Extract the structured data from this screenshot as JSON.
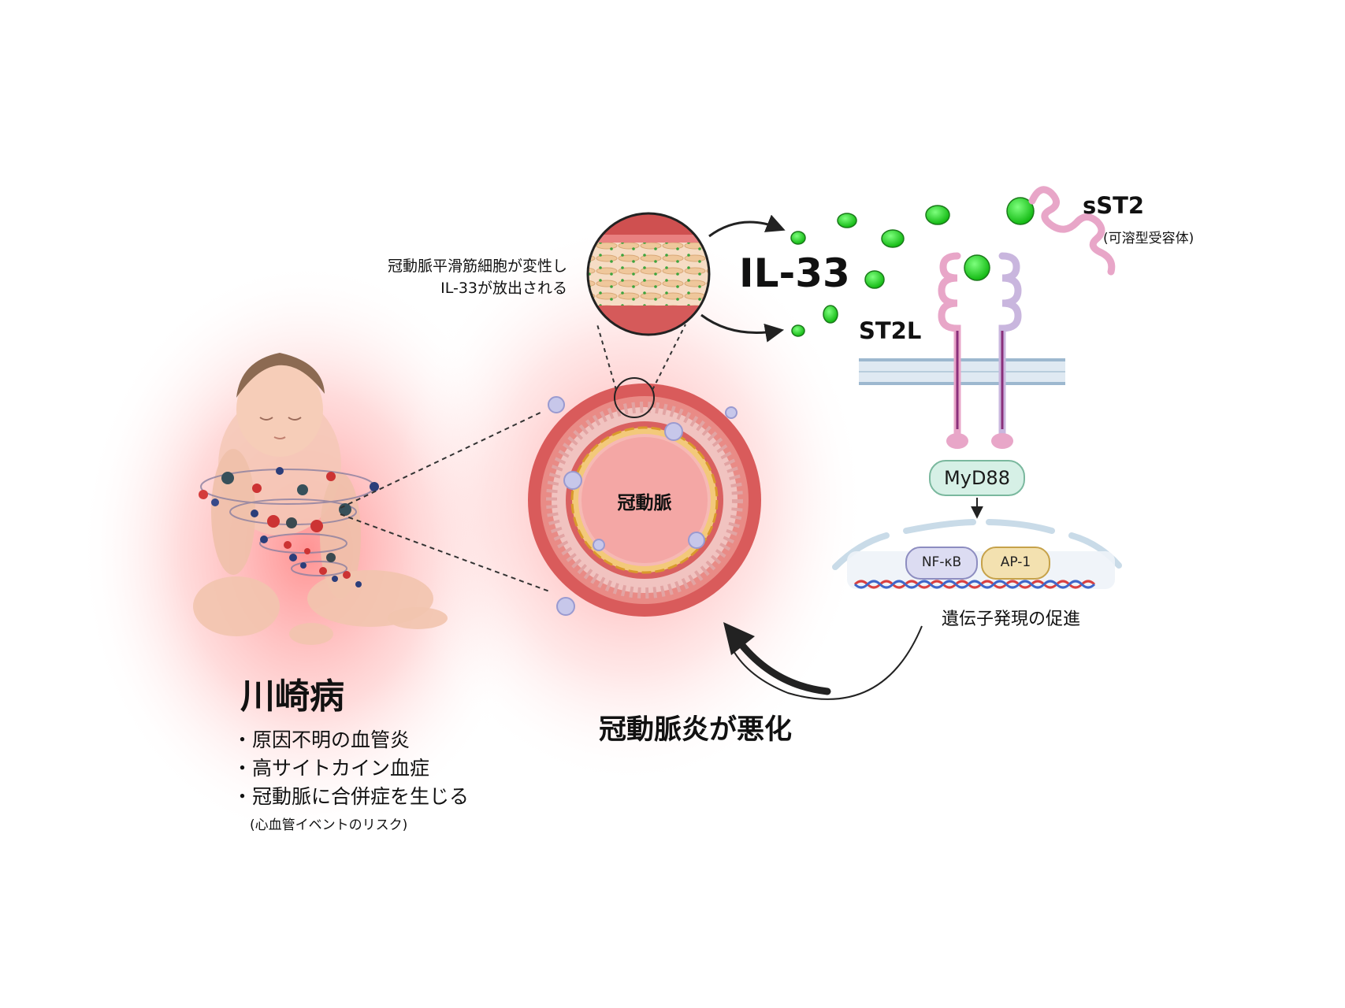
{
  "kawasaki": {
    "title": "川崎病",
    "bullets": [
      "・原因不明の血管炎",
      "・高サイトカイン血症",
      "・冠動脈に合併症を生じる"
    ],
    "note": "(心血管イベントのリスク)"
  },
  "inset": {
    "label_line1": "冠動脈平滑筋細胞が変性し",
    "label_line2": "IL-33が放出される"
  },
  "artery": {
    "label": "冠動脈"
  },
  "il33": {
    "label": "IL-33"
  },
  "sst2": {
    "label": "sST2",
    "sublabel": "(可溶型受容体)"
  },
  "st2l": {
    "label": "ST2L"
  },
  "signaling": {
    "adaptor": "MyD88",
    "tf1": "NF-κB",
    "tf2": "AP-1",
    "outcome": "遺伝子発現の促進"
  },
  "result": {
    "label": "冠動脈炎が悪化"
  },
  "colors": {
    "il33_green": "#22cc22",
    "artery_red": "#e05a5a",
    "glow_red": "#ff8a80",
    "receptor_pink": "#e8a6c8",
    "receptor_lavender": "#c9b6de",
    "myd88_fill": "#d6f0e6",
    "nfkb_fill": "#dcdcf2",
    "ap1_fill": "#f3e1b0"
  }
}
